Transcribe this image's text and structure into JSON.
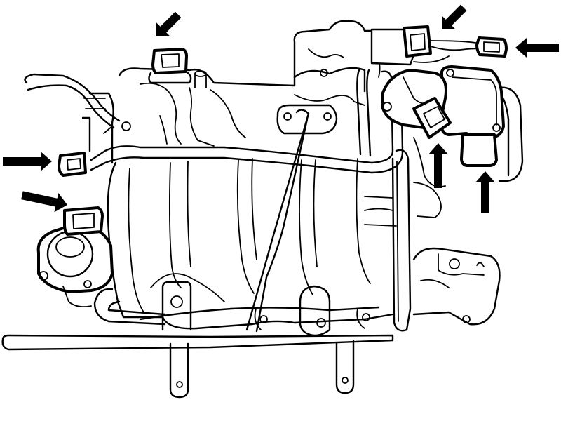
{
  "diagram": {
    "line_color": "#000000",
    "background": "#ffffff",
    "components": [
      "intake-manifold",
      "throttle-body",
      "throttle-position-sensor-connector",
      "idle-air-control-valve-connector",
      "egr-valve-connector",
      "map-sensor-connector",
      "intake-air-temp-sensor-connector",
      "injector-harness-connector",
      "coolant-hose",
      "vacuum-pipe",
      "mounting-brackets"
    ],
    "arrow_count": 7
  }
}
